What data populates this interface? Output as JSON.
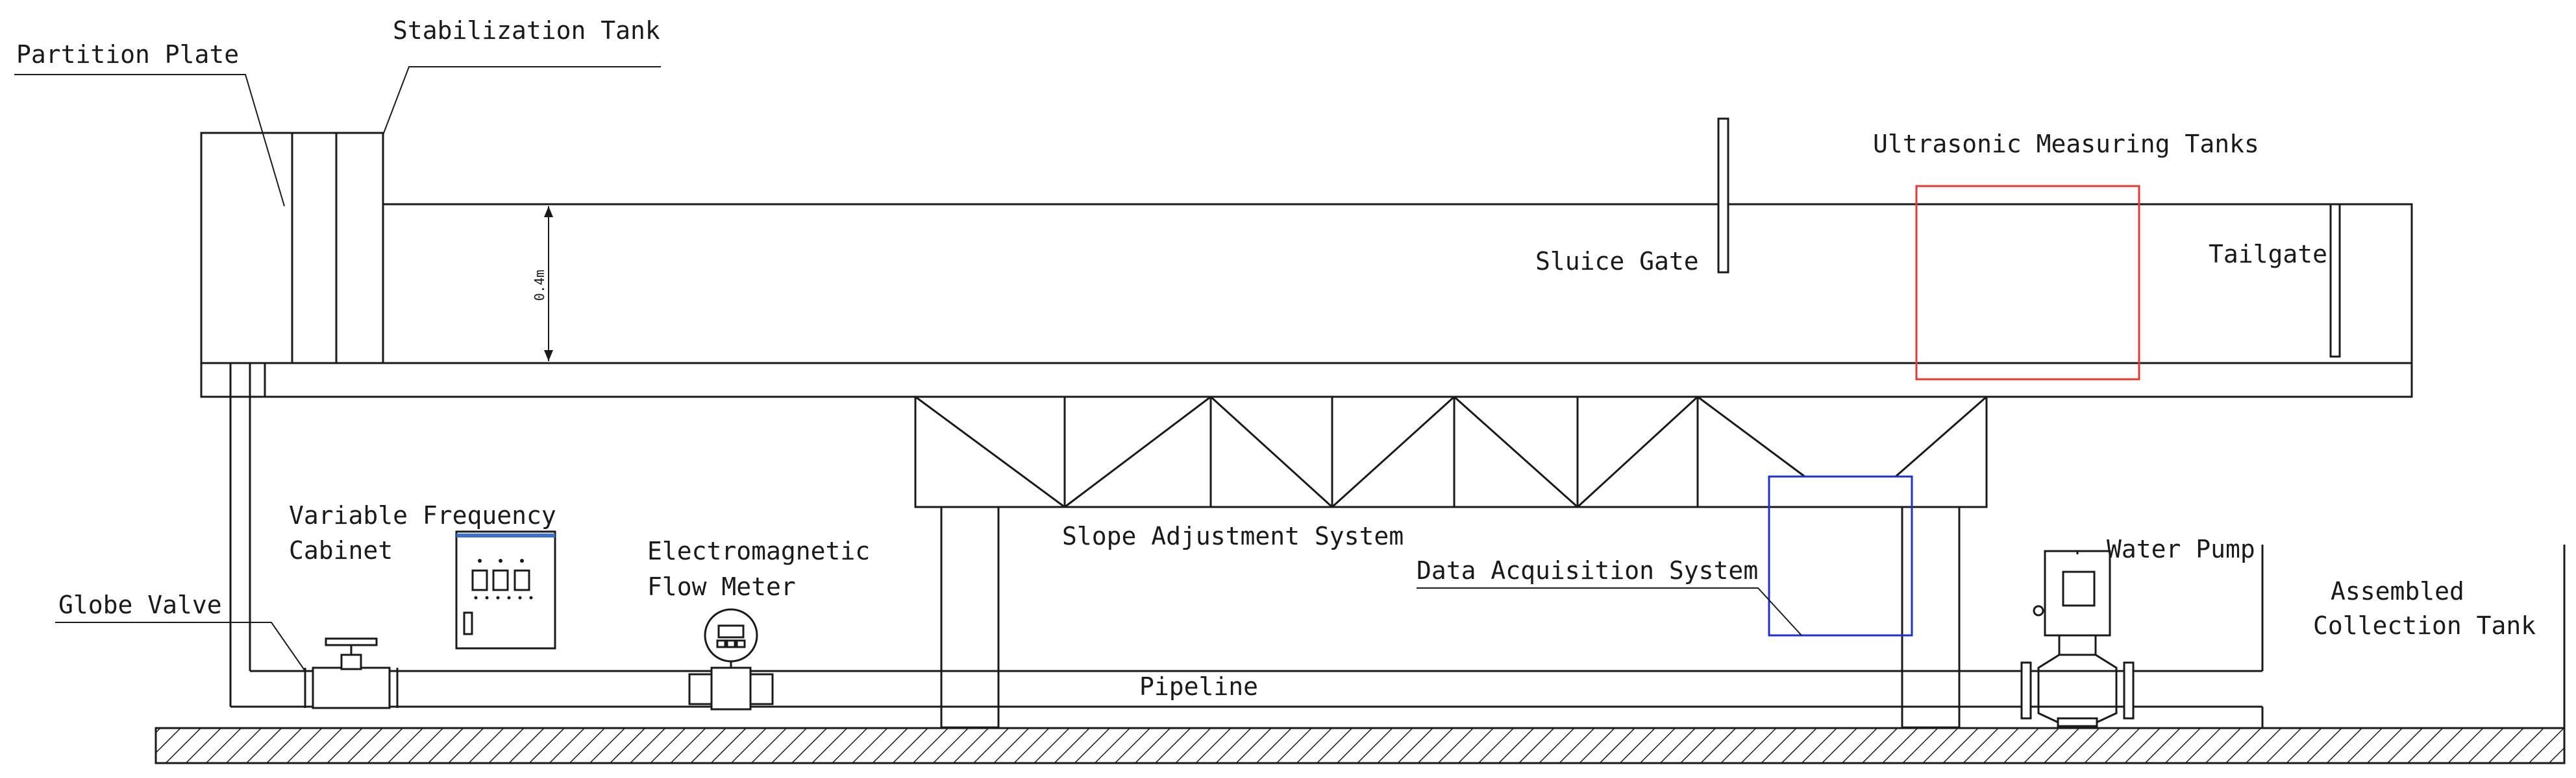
{
  "labels": {
    "partition_plate": "Partition Plate",
    "stabilization_tank": "Stabilization Tank",
    "ultrasonic_measuring_tanks": "Ultrasonic Measuring Tanks",
    "sluice_gate": "Sluice Gate",
    "tailgate": "Tailgate",
    "depth_dimension": "0.4m",
    "variable_frequency_line1": "Variable Frequency",
    "variable_frequency_line2": "Cabinet",
    "electromagnetic_line1": "Electromagnetic",
    "electromagnetic_line2": "Flow Meter",
    "slope_adjustment_system": "Slope Adjustment System",
    "data_acquisition_system": "Data Acquisition System",
    "water_pump": "Water Pump",
    "globe_valve": "Globe Valve",
    "pipeline": "Pipeline",
    "assembled_line1": "Assembled",
    "assembled_line2": "Collection Tank"
  },
  "colors": {
    "line": "#1a1a1a",
    "ultrasonic_highlight": "#e53935",
    "data_acquisition_highlight": "#1e2fd6",
    "cabinet_accent": "#3a6fd0"
  }
}
